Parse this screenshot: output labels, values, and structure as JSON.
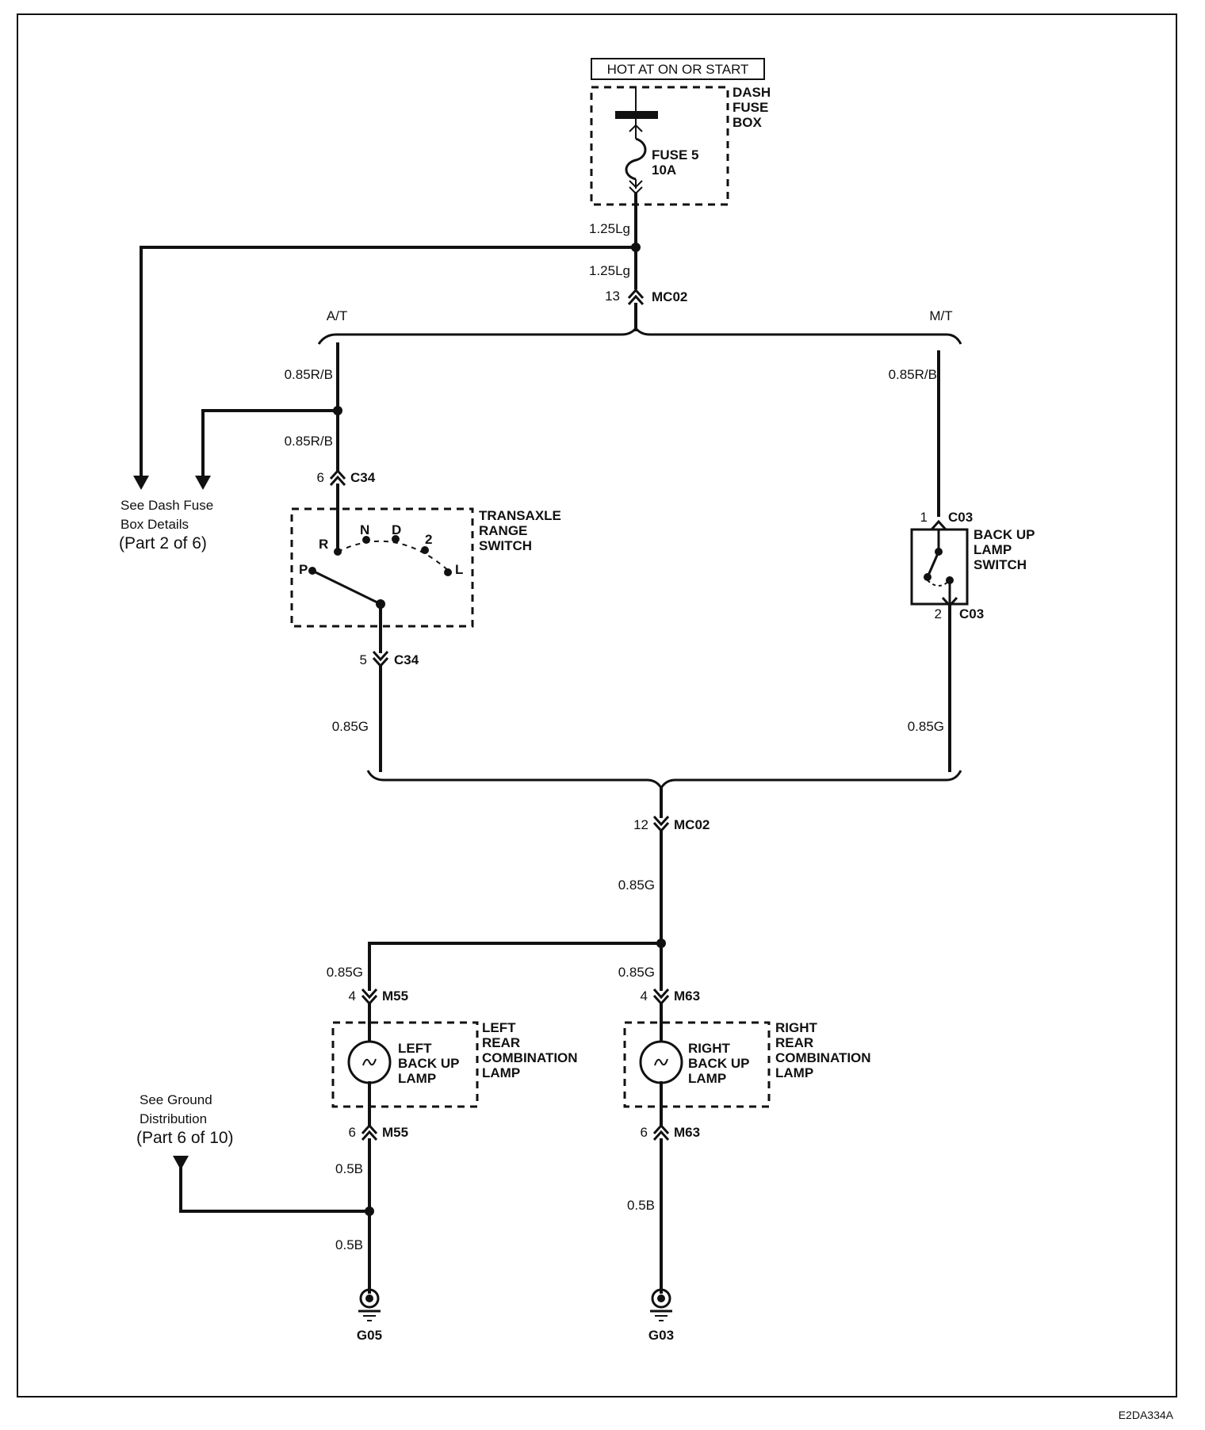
{
  "header": {
    "power_label": "HOT AT ON OR START"
  },
  "fuse_box": {
    "title_lines": [
      "DASH",
      "FUSE",
      "BOX"
    ],
    "fuse_name": "FUSE 5",
    "fuse_rating": "10A"
  },
  "wires": {
    "w_fuse_out": "1.25Lg",
    "w_fuse_mc02": "1.25Lg",
    "w_at_top": "0.85R/B",
    "w_at_switch": "0.85R/B",
    "w_mt_top": "0.85R/B",
    "w_at_out": "0.85G",
    "w_mt_out": "0.85G",
    "w_mc02_out": "0.85G",
    "w_left_lamp_in": "0.85G",
    "w_right_lamp_in": "0.85G",
    "w_left_gnd_1": "0.5B",
    "w_left_gnd_2": "0.5B",
    "w_right_gnd": "0.5B"
  },
  "connectors": {
    "mc02_top_pin": "13",
    "mc02_top_name": "MC02",
    "c34_top_pin": "6",
    "c34_top_name": "C34",
    "c34_bottom_pin": "5",
    "c34_bottom_name": "C34",
    "c03_top_pin": "1",
    "c03_top_name": "C03",
    "c03_bottom_pin": "2",
    "c03_bottom_name": "C03",
    "mc02_bottom_pin": "12",
    "mc02_bottom_name": "MC02",
    "m55_top_pin": "4",
    "m55_top_name": "M55",
    "m63_top_pin": "4",
    "m63_top_name": "M63",
    "m55_bottom_pin": "6",
    "m55_bottom_name": "M55",
    "m63_bottom_pin": "6",
    "m63_bottom_name": "M63"
  },
  "branches": {
    "at_label": "A/T",
    "mt_label": "M/T"
  },
  "references": {
    "dash_fuse_ref_lines": [
      "See Dash Fuse",
      "Box Details"
    ],
    "dash_fuse_ref_part": "(Part 2 of 6)",
    "ground_ref_lines": [
      "See Ground",
      "Distribution"
    ],
    "ground_ref_part": "(Part 6 of 10)"
  },
  "transaxle_switch": {
    "title_lines": [
      "TRANSAXLE",
      "RANGE",
      "SWITCH"
    ],
    "positions": [
      "P",
      "R",
      "N",
      "D",
      "2",
      "L"
    ]
  },
  "backup_switch": {
    "title_lines": [
      "BACK UP",
      "LAMP",
      "SWITCH"
    ]
  },
  "left_lamp": {
    "inner_lines": [
      "LEFT",
      "BACK UP",
      "LAMP"
    ],
    "outer_lines": [
      "LEFT",
      "REAR",
      "COMBINATION",
      "LAMP"
    ]
  },
  "right_lamp": {
    "inner_lines": [
      "RIGHT",
      "BACK UP",
      "LAMP"
    ],
    "outer_lines": [
      "RIGHT",
      "REAR",
      "COMBINATION",
      "LAMP"
    ]
  },
  "grounds": {
    "left": "G05",
    "right": "G03"
  },
  "figure_code": "E2DA334A"
}
